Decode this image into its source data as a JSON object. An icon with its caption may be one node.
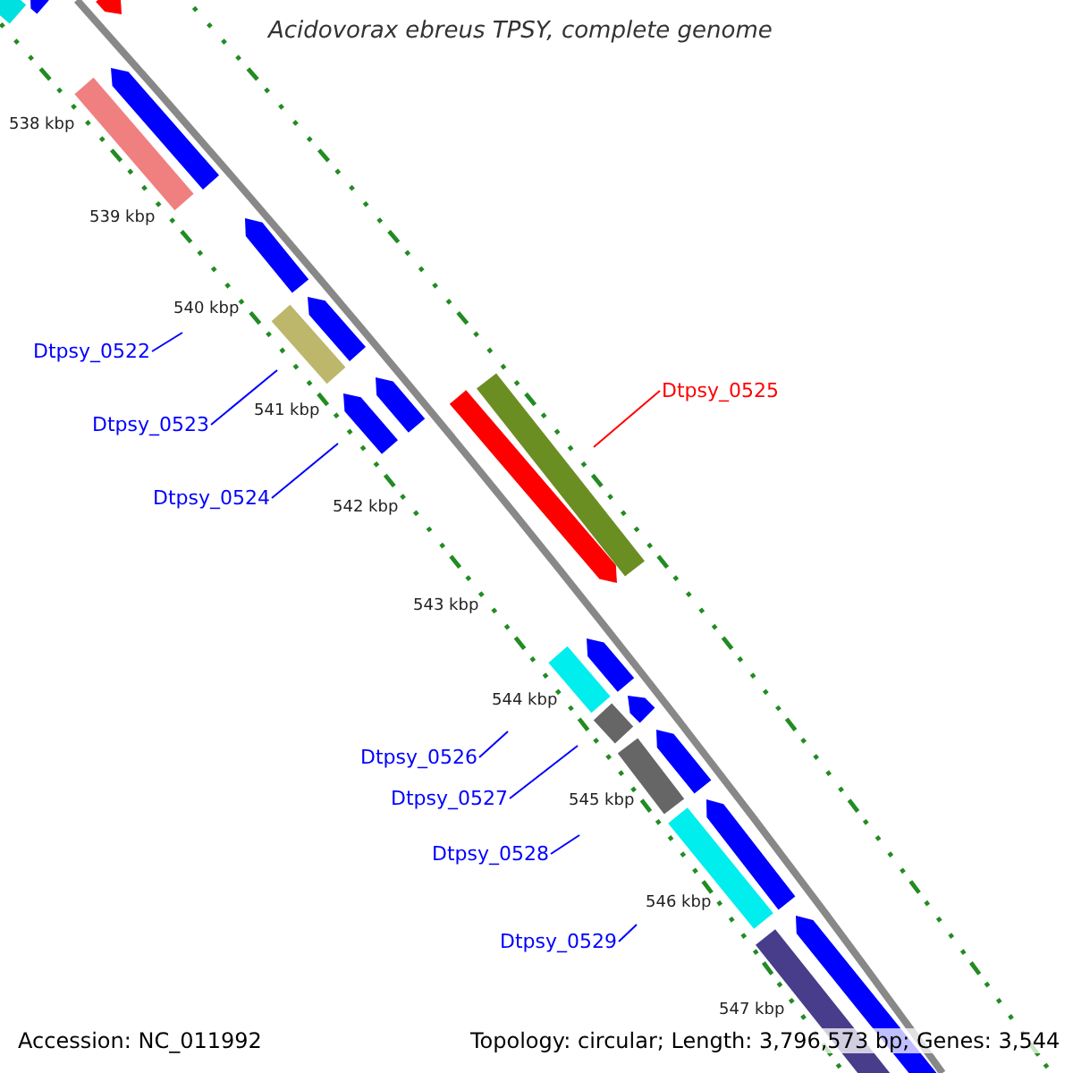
{
  "diagram": {
    "title": "Acidovorax ebreus TPSY, complete genome",
    "nodes": [
      {
        "text": [
          "Dtpsy_0522"
        ]
      },
      {
        "text": [
          "Dtpsy_0523"
        ]
      },
      {
        "text": [
          "Dtpsy_0524"
        ]
      },
      {
        "text": [
          "Dtpsy_0525"
        ]
      },
      {
        "text": [
          "Dtpsy_0526"
        ]
      },
      {
        "text": [
          "Dtpsy_0527"
        ]
      },
      {
        "text": [
          "Dtpsy_0528"
        ]
      },
      {
        "text": [
          "Dtpsy_0529"
        ]
      }
    ],
    "edges": [
      {
        "from": 0,
        "to": null,
        "arrow": "none"
      },
      {
        "from": 1,
        "to": null,
        "arrow": "none"
      },
      {
        "from": 2,
        "to": null,
        "arrow": "none"
      },
      {
        "from": 3,
        "to": null,
        "arrow": "none",
        "color": "#ff0000"
      },
      {
        "from": 4,
        "to": null,
        "arrow": "none"
      },
      {
        "from": 5,
        "to": null,
        "arrow": "none"
      },
      {
        "from": 6,
        "to": null,
        "arrow": "none"
      },
      {
        "from": 7,
        "to": null,
        "arrow": "none"
      }
    ],
    "labels": [
      "538 kbp",
      "539 kbp",
      "540 kbp",
      "541 kbp",
      "542 kbp",
      "543 kbp",
      "544 kbp",
      "545 kbp",
      "546 kbp",
      "547 kbp",
      "Accession: NC_011992",
      "Topology: circular; Length: 3,796,573 bp; Genes: 3,544"
    ]
  }
}
